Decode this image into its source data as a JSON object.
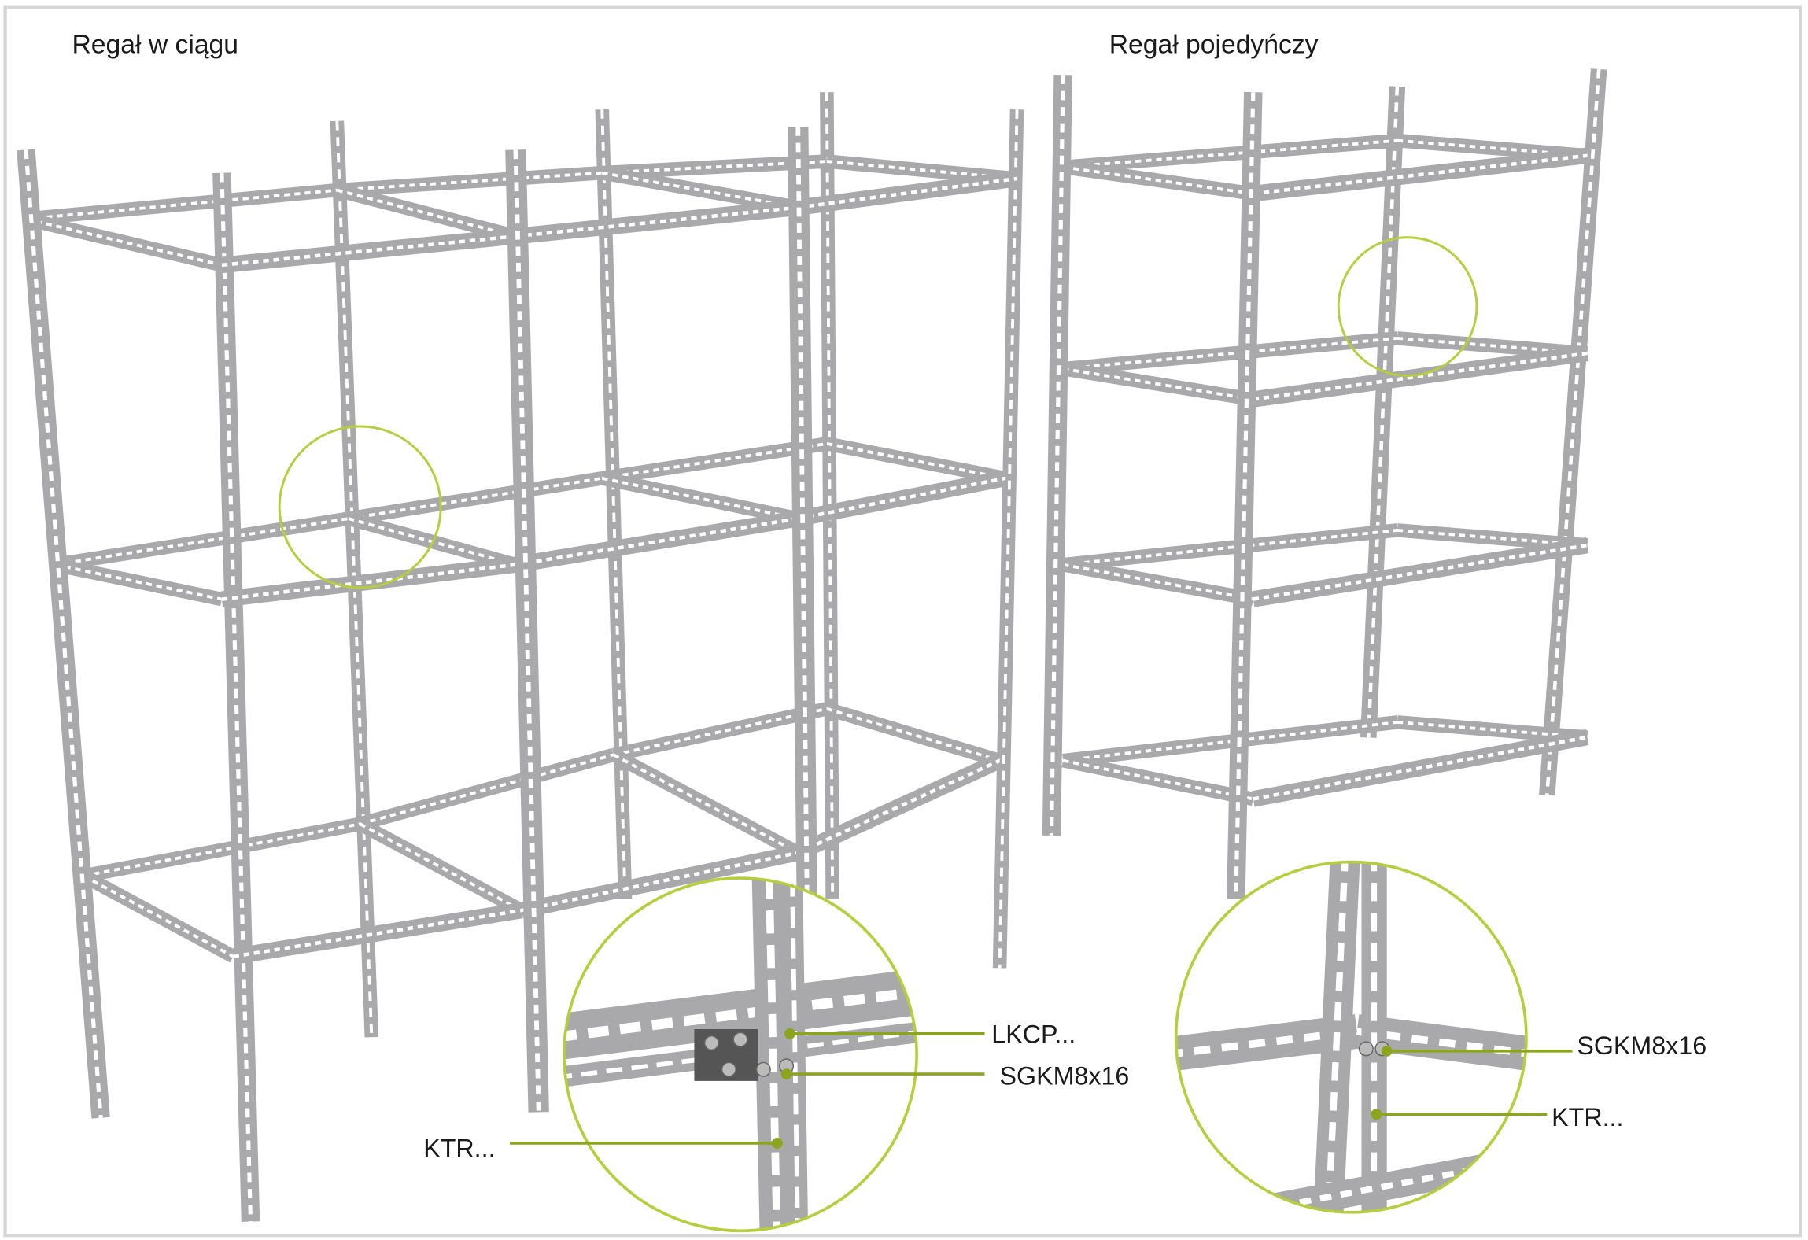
{
  "titles": {
    "left": "Regał w ciągu",
    "right": "Regał pojedyńczy"
  },
  "callouts": {
    "left": {
      "lkcp": "LKCP...",
      "sgkm": "SGKM8x16",
      "ktr": "KTR..."
    },
    "right": {
      "sgkm": "SGKM8x16",
      "ktr": "KTR..."
    }
  },
  "colors": {
    "highlight_circle": "#b5cf3c",
    "leader_line": "#8ba51f",
    "steel": "#a9a9ab",
    "frame": "#d6d6d6"
  }
}
